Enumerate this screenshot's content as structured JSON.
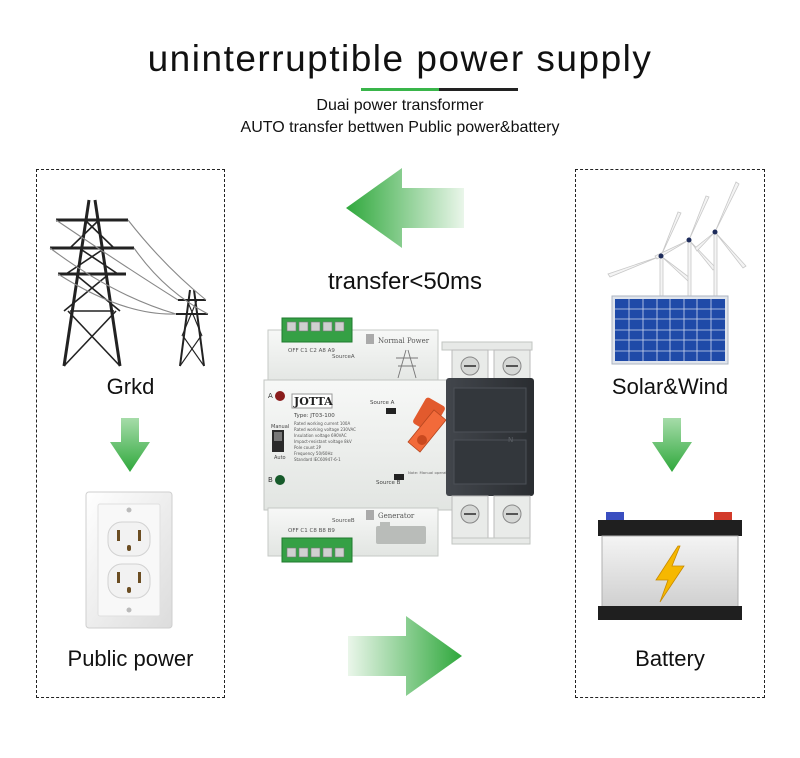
{
  "header": {
    "title": "uninterruptible power supply",
    "subtitle_line1": "Duai power transformer",
    "subtitle_line2": "AUTO transfer bettwen Public power&battery"
  },
  "center": {
    "transfer_label": "transfer<50ms",
    "device": {
      "brand": "JOTTA",
      "model": "Type: JT03-100",
      "top_terminal": "OFF C1 C2 A8 A9",
      "source_a_tag": "SourceA",
      "normal_power": "Normal Power",
      "generator": "Generator",
      "source_a_label": "Source A",
      "source_b_label": "Source B",
      "bottom_terminal": "OFF C1 C8 B8 B9",
      "source_b_tag": "SourceB",
      "manual": "Manual",
      "auto": "Auto",
      "indicator_a": "A",
      "indicator_b": "B",
      "spec_rows": [
        "Rated working current   100A",
        "Rated working voltage   230VAC",
        "Insulation voltage      690VAC",
        "Impact-resistant voltage  8kV",
        "Pole count              2P",
        "Frequency               50/60Hz",
        "Standard                IEC60947-6-1"
      ],
      "note": "Note: Manual operation must be in \"Manual\" position"
    }
  },
  "left_panel": {
    "grid_label": "Grkd",
    "public_label": "Public power"
  },
  "right_panel": {
    "solar_label": "Solar&Wind",
    "battery_label": "Battery"
  },
  "colors": {
    "arrow_green": "#3fae4a",
    "arrow_light": "#e6f5e6",
    "title_rule_left": "#222222",
    "title_rule_mid": "#39b54a",
    "title_rule_right": "#222222",
    "lever_orange": "#f26a3a",
    "device_body": "#eef0ee",
    "solar_blue": "#1f4aa8"
  }
}
